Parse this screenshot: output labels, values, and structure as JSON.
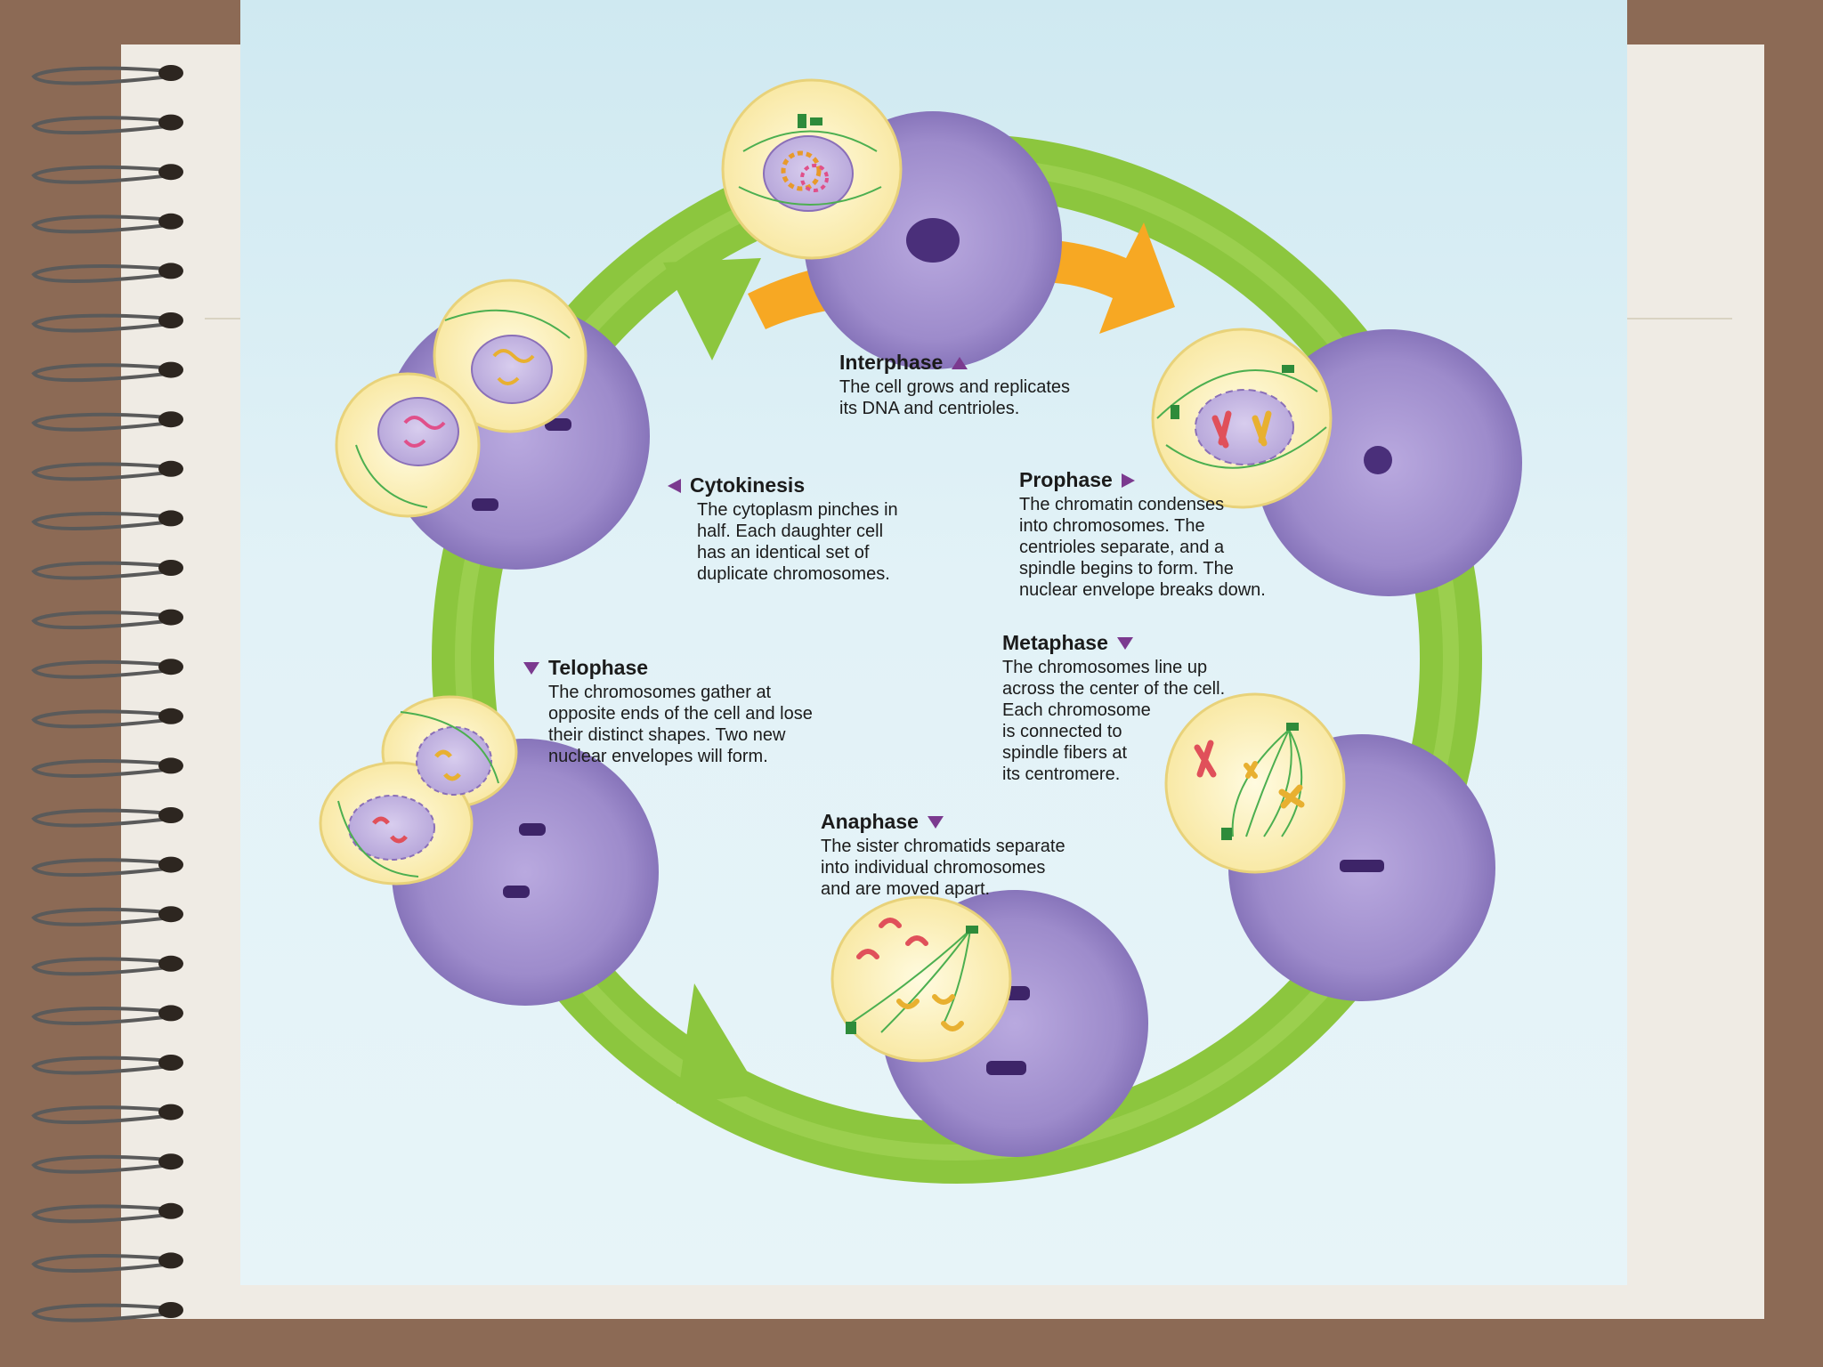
{
  "colors": {
    "background": "#8c6a55",
    "paper": "#efebe4",
    "panel": "#dbeff5",
    "ring": "#8cc63e",
    "arrow_orange": "#f7a823",
    "cell_purple": "#9b8ac8",
    "inset_yellow": "#fbefb0",
    "marker_purple": "#7b3a8f"
  },
  "stages": {
    "interphase": {
      "title": "Interphase",
      "marker": "triangle-up",
      "desc": "The cell grows and replicates\nits DNA and centrioles."
    },
    "prophase": {
      "title": "Prophase",
      "marker": "triangle-right",
      "desc": "The chromatin condenses\ninto chromosomes. The\ncentrioles separate, and a\nspindle begins to form. The\nnuclear envelope breaks down."
    },
    "metaphase": {
      "title": "Metaphase",
      "marker": "triangle-down",
      "desc": "The chromosomes line up\nacross the center of the cell.\nEach chromosome\nis connected to\nspindle fibers at\nits centromere."
    },
    "anaphase": {
      "title": "Anaphase",
      "marker": "triangle-down",
      "desc": "The sister chromatids separate\ninto individual chromosomes\nand are moved apart."
    },
    "telophase": {
      "title": "Telophase",
      "marker": "triangle-down",
      "desc": "The chromosomes gather at\nopposite ends of the cell and lose\ntheir distinct shapes. Two new\nnuclear envelopes will form."
    },
    "cytokinesis": {
      "title": "Cytokinesis",
      "marker": "triangle-left",
      "desc": "The cytoplasm pinches in\nhalf. Each daughter cell\nhas an identical set of\nduplicate chromosomes."
    }
  }
}
